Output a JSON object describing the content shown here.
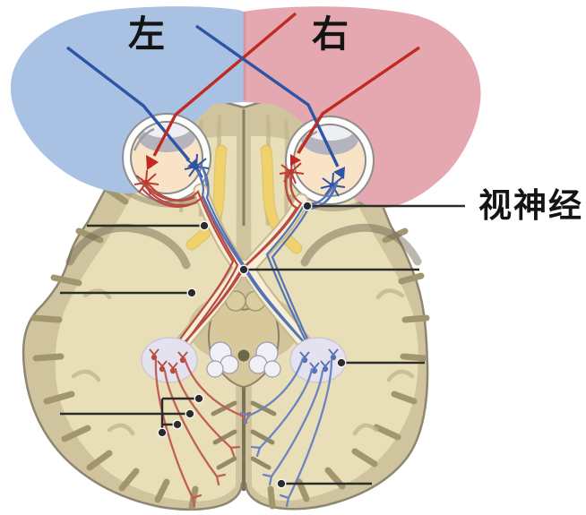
{
  "diagram": {
    "type": "brain-visual-pathway-inferior-view",
    "labels": {
      "left_field": "左",
      "right_field": "右",
      "optic_nerve": "视神经"
    },
    "callouts": [
      {
        "id": "left-optic-nerve",
        "label": ""
      },
      {
        "id": "right-optic-nerve",
        "label": "视神经"
      },
      {
        "id": "optic-chiasm",
        "label": ""
      },
      {
        "id": "left-optic-tract",
        "label": ""
      },
      {
        "id": "right-lateral-geniculate",
        "label": ""
      },
      {
        "id": "left-optic-radiation",
        "label": ""
      },
      {
        "id": "right-occipital-cortex",
        "label": ""
      }
    ],
    "colors": {
      "left_field": "#a9c2e3",
      "right_field": "#e5a8b1",
      "red_pathway": "#c0392b",
      "blue_pathway": "#2e55a5",
      "brain_cortex": "#cfc49d",
      "brain_inner": "#e8deb7",
      "nerve_sheath": "#f6eed6",
      "lgn_fill": "#e4e2ee",
      "yellow_tract": "#f0d16c",
      "leader_line": "#2b2b2b",
      "label_text": "#141414"
    }
  }
}
